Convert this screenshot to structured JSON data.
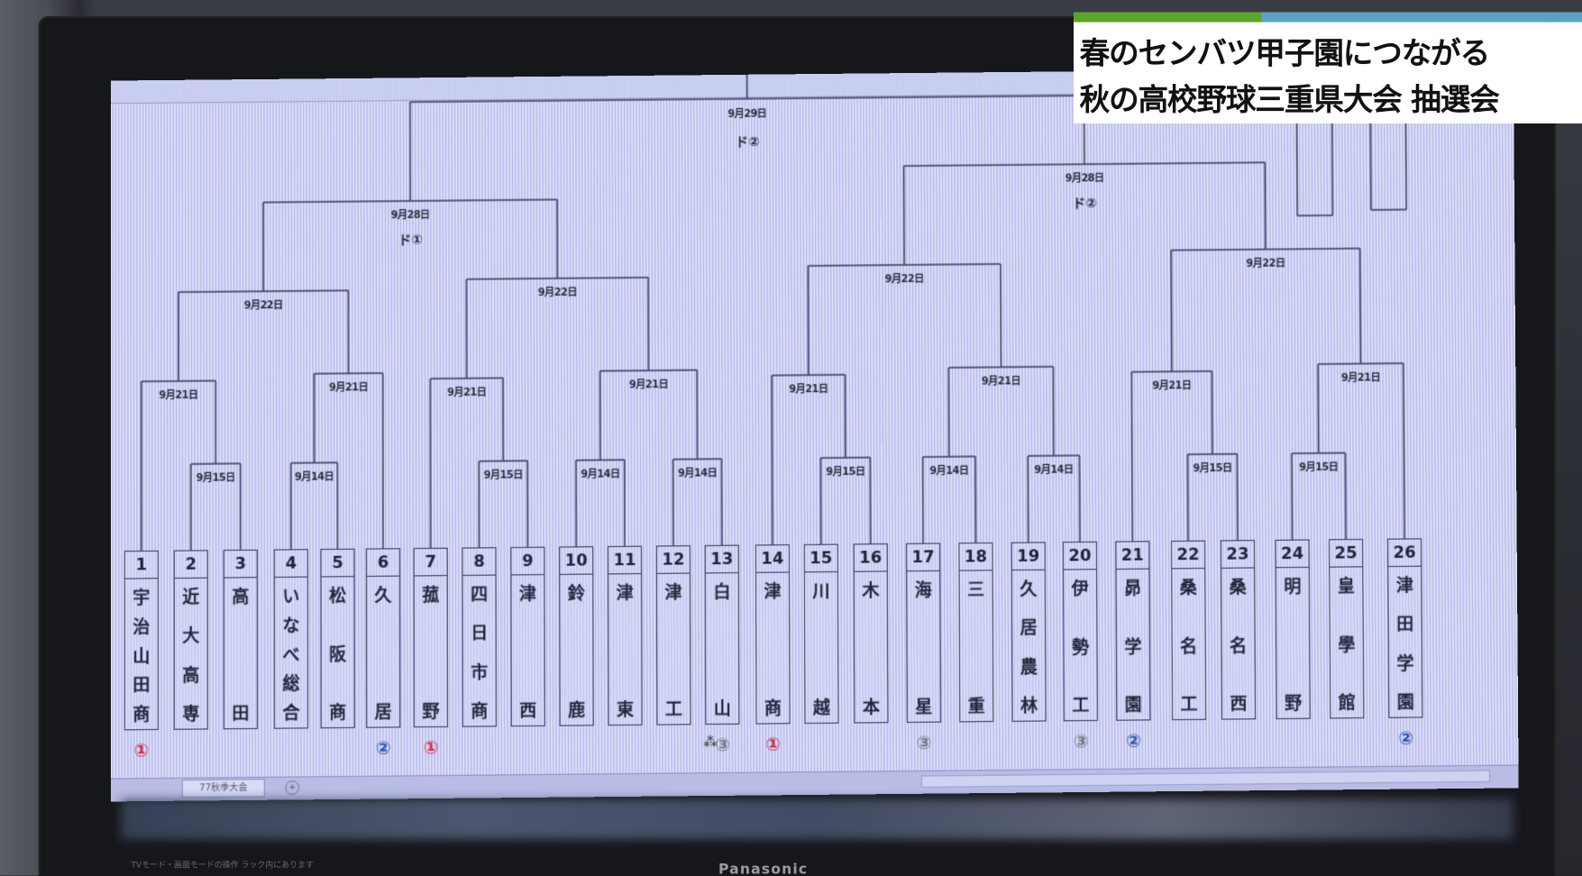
{
  "caption": {
    "line1": "春のセンバツ甲子園につながる",
    "line2": "秋の高校野球三重県大会 抽選会",
    "colors": {
      "green": "#5aa52a",
      "blue": "#5ba1c2"
    }
  },
  "bracket": {
    "final": {
      "date": "9月29日",
      "venue": "ド②"
    },
    "semifinals": [
      {
        "date": "9月28日",
        "venue": "ド①"
      },
      {
        "date": "9月28日",
        "venue": "ド②"
      }
    ],
    "quarterfinals": [
      {
        "date": "9月22日"
      },
      {
        "date": "9月22日"
      },
      {
        "date": "9月22日"
      },
      {
        "date": "9月22日"
      }
    ],
    "round2": [
      {
        "date": "9月21日"
      },
      {
        "date": "9月21日"
      },
      {
        "date": "9月21日"
      },
      {
        "date": "9月21日"
      },
      {
        "date": "9月21日"
      },
      {
        "date": "9月21日"
      },
      {
        "date": "9月21日"
      },
      {
        "date": "9月21日"
      }
    ],
    "round1": [
      {
        "date": "9月15日"
      },
      {
        "date": "9月14日"
      },
      {
        "date": "9月15日"
      },
      {
        "date": "9月14日"
      },
      {
        "date": "9月14日"
      },
      {
        "date": "9月15日"
      },
      {
        "date": "9月14日"
      },
      {
        "date": "9月14日"
      },
      {
        "date": "9月15日"
      },
      {
        "date": "9月15日"
      }
    ],
    "teams": [
      {
        "num": "1",
        "name": [
          "宇",
          "治",
          "山",
          "田",
          "商"
        ],
        "seed": "①",
        "seed_color": "#d0304a"
      },
      {
        "num": "2",
        "name": [
          "近",
          "大",
          "高",
          "専"
        ]
      },
      {
        "num": "3",
        "name": [
          "高",
          "田"
        ]
      },
      {
        "num": "4",
        "name": [
          "い",
          "な",
          "べ",
          "総",
          "合"
        ]
      },
      {
        "num": "5",
        "name": [
          "松",
          "阪",
          "商"
        ]
      },
      {
        "num": "6",
        "name": [
          "久",
          "居"
        ],
        "seed": "②",
        "seed_color": "#2f55b0"
      },
      {
        "num": "7",
        "name": [
          "菰",
          "野"
        ],
        "seed": "①",
        "seed_color": "#d0304a"
      },
      {
        "num": "8",
        "name": [
          "四",
          "日",
          "市",
          "商"
        ]
      },
      {
        "num": "9",
        "name": [
          "津",
          "西"
        ]
      },
      {
        "num": "10",
        "name": [
          "鈴",
          "鹿"
        ]
      },
      {
        "num": "11",
        "name": [
          "津",
          "東"
        ]
      },
      {
        "num": "12",
        "name": [
          "津",
          "工"
        ]
      },
      {
        "num": "13",
        "name": [
          "白",
          "山"
        ],
        "seed": "③",
        "seed_color": "#777a86"
      },
      {
        "num": "14",
        "name": [
          "津",
          "商"
        ],
        "seed": "①",
        "seed_color": "#d0304a"
      },
      {
        "num": "15",
        "name": [
          "川",
          "越"
        ]
      },
      {
        "num": "16",
        "name": [
          "木",
          "本"
        ]
      },
      {
        "num": "17",
        "name": [
          "海",
          "星"
        ],
        "seed": "③",
        "seed_color": "#777a86"
      },
      {
        "num": "18",
        "name": [
          "三",
          "重"
        ]
      },
      {
        "num": "19",
        "name": [
          "久",
          "居",
          "農",
          "林"
        ]
      },
      {
        "num": "20",
        "name": [
          "伊",
          "勢",
          "工"
        ],
        "seed": "③",
        "seed_color": "#777a86"
      },
      {
        "num": "21",
        "name": [
          "昴",
          "学",
          "園"
        ],
        "seed": "②",
        "seed_color": "#2f55b0"
      },
      {
        "num": "22",
        "name": [
          "桑",
          "名",
          "工"
        ]
      },
      {
        "num": "23",
        "name": [
          "桑",
          "名",
          "西"
        ]
      },
      {
        "num": "24",
        "name": [
          "明",
          "野"
        ]
      },
      {
        "num": "25",
        "name": [
          "皇",
          "學",
          "館"
        ]
      },
      {
        "num": "26",
        "name": [
          "津",
          "田",
          "学",
          "園"
        ],
        "seed": "②",
        "seed_color": "#2f55b0"
      }
    ]
  },
  "spreadsheet": {
    "sheet_tab": "77秋季大会",
    "add_sheet": "+"
  },
  "monitor": {
    "brand": "Panasonic",
    "bezel_note": "TVモード・画面モードの操作 ラック内にあります"
  }
}
